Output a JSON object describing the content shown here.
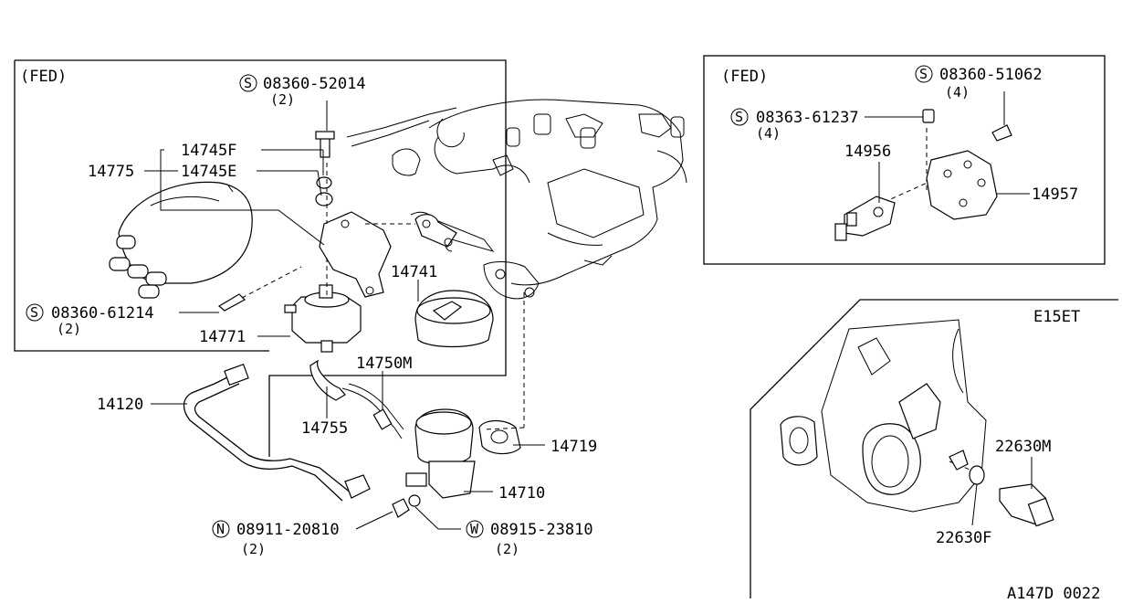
{
  "fed_label_left": "(FED)",
  "fed_label_right": "(FED)",
  "engine_label": "E15ET",
  "diagram_code": "A147D 0022",
  "symbols": {
    "s": "S",
    "n": "N",
    "w": "W"
  },
  "parts": {
    "p08360_52014": "08360-52014",
    "p08360_52014_qty": "(2)",
    "p14745F": "14745F",
    "p14745E": "14745E",
    "p14775": "14775",
    "p14741": "14741",
    "p08360_61214": "08360-61214",
    "p08360_61214_qty": "(2)",
    "p14771": "14771",
    "p14750M": "14750M",
    "p14120": "14120",
    "p14755": "14755",
    "p14719": "14719",
    "p14710": "14710",
    "p08911_20810": "08911-20810",
    "p08911_20810_qty": "(2)",
    "p08915_23810": "08915-23810",
    "p08915_23810_qty": "(2)",
    "p08360_51062": "08360-51062",
    "p08360_51062_qty": "(4)",
    "p08363_61237": "08363-61237",
    "p08363_61237_qty": "(4)",
    "p14956": "14956",
    "p14957": "14957",
    "p22630M": "22630M",
    "p22630F": "22630F"
  }
}
